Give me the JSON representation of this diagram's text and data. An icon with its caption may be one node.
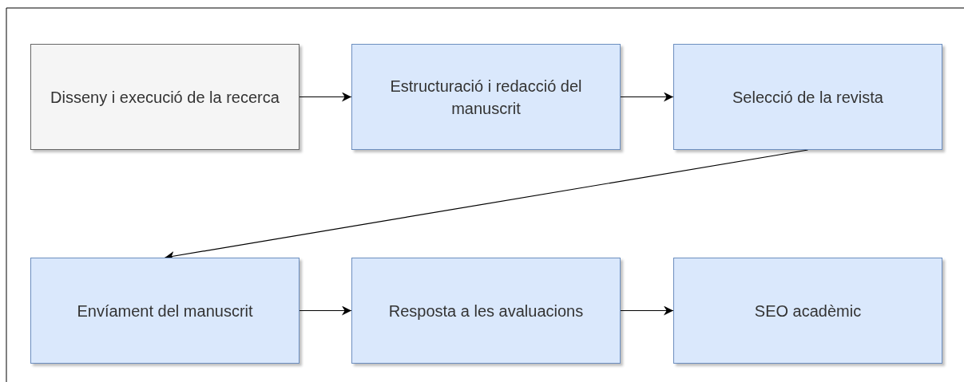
{
  "diagram": {
    "nodes": [
      {
        "text": [
          "Disseny i execució de la recerca"
        ]
      },
      {
        "text": [
          "Estructuració i redacció del manuscrit"
        ]
      },
      {
        "text": [
          "Selecció de la revista"
        ]
      },
      {
        "text": [
          "Envíament del manuscrit"
        ]
      },
      {
        "text": [
          "Resposta a les avaluacions"
        ]
      },
      {
        "text": [
          "SEO acadèmic"
        ]
      }
    ],
    "edges": [
      {
        "from": 0,
        "to": 1,
        "arrow": "to"
      },
      {
        "from": 1,
        "to": 2,
        "arrow": "to"
      },
      {
        "from": 2,
        "to": 3,
        "arrow": "to"
      },
      {
        "from": 3,
        "to": 4,
        "arrow": "to"
      },
      {
        "from": 4,
        "to": 5,
        "arrow": "to"
      }
    ]
  }
}
